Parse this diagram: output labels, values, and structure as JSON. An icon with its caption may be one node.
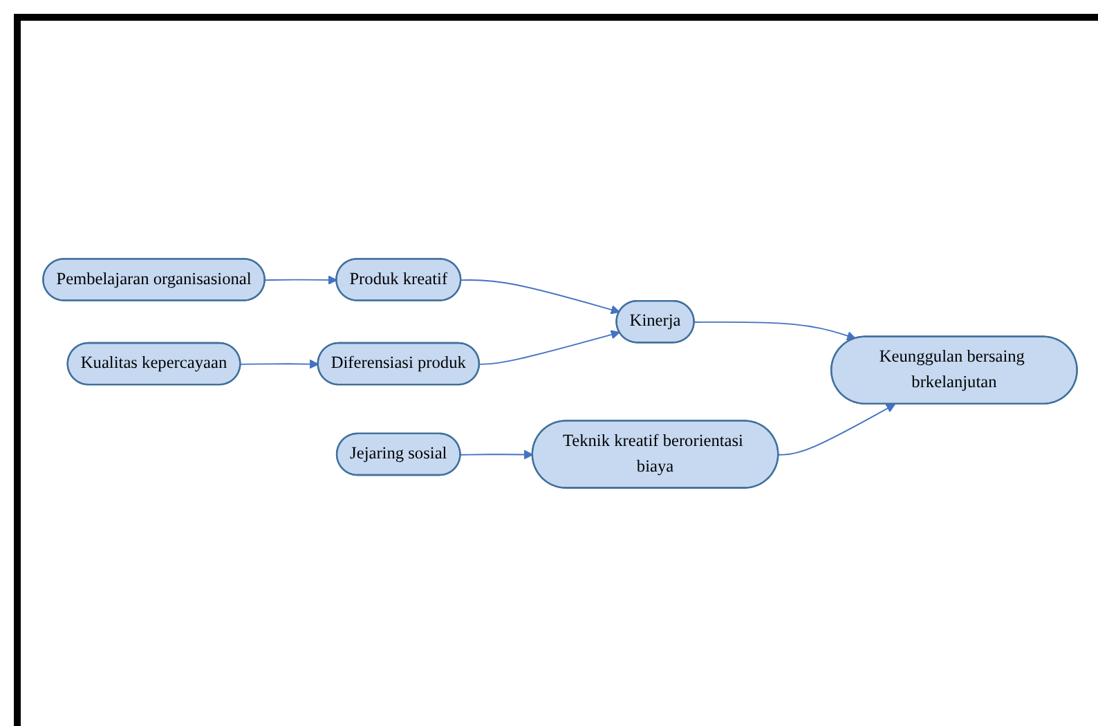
{
  "diagram": {
    "nodes": [
      {
        "text": [
          "Pembelajaran organisasional"
        ]
      },
      {
        "text": [
          "Produk kreatif"
        ]
      },
      {
        "text": [
          "Kualitas kepercayaan"
        ]
      },
      {
        "text": [
          "Diferensiasi produk"
        ]
      },
      {
        "text": [
          "Kinerja"
        ]
      },
      {
        "text": [
          "Jejaring sosial"
        ]
      },
      {
        "text": [
          "Teknik kreatif berorientasi biaya"
        ]
      },
      {
        "text": [
          "Keunggulan bersaing brkelanjutan"
        ]
      }
    ],
    "edges": [
      {
        "from": 0,
        "to": 1,
        "arrow": "to"
      },
      {
        "from": 1,
        "to": 4,
        "arrow": "to"
      },
      {
        "from": 2,
        "to": 3,
        "arrow": "to"
      },
      {
        "from": 3,
        "to": 4,
        "arrow": "to"
      },
      {
        "from": 4,
        "to": 7,
        "arrow": "to"
      },
      {
        "from": 5,
        "to": 6,
        "arrow": "to"
      },
      {
        "from": 6,
        "to": 7,
        "arrow": "to"
      }
    ]
  }
}
